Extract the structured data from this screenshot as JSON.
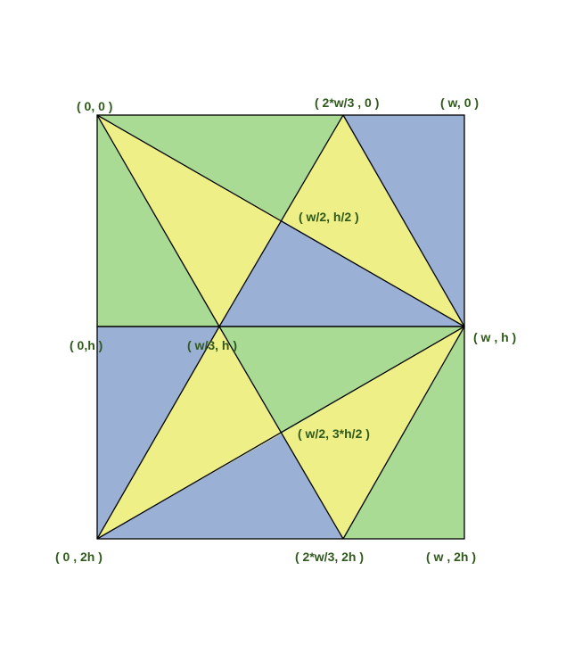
{
  "colors": {
    "green": "#aadb94",
    "blue": "#9ab0d5",
    "yellow": "#eeef87",
    "line": "#000000",
    "label": "#2f5a1c"
  },
  "labels": {
    "top_left": "( 0, 0 )",
    "top_two_thirds": "( 2*w/3 , 0 )",
    "top_right": "( w, 0 )",
    "upper_center": "( w/2, h/2 )",
    "mid_left": "( 0,h )",
    "mid_third": "( w/3, h )",
    "mid_right": "( w , h )",
    "lower_center": "( w/2, 3*h/2 )",
    "bottom_left": "( 0 , 2h )",
    "bottom_two_thirds": "( 2*w/3, 2h )",
    "bottom_right": "( w , 2h )"
  }
}
